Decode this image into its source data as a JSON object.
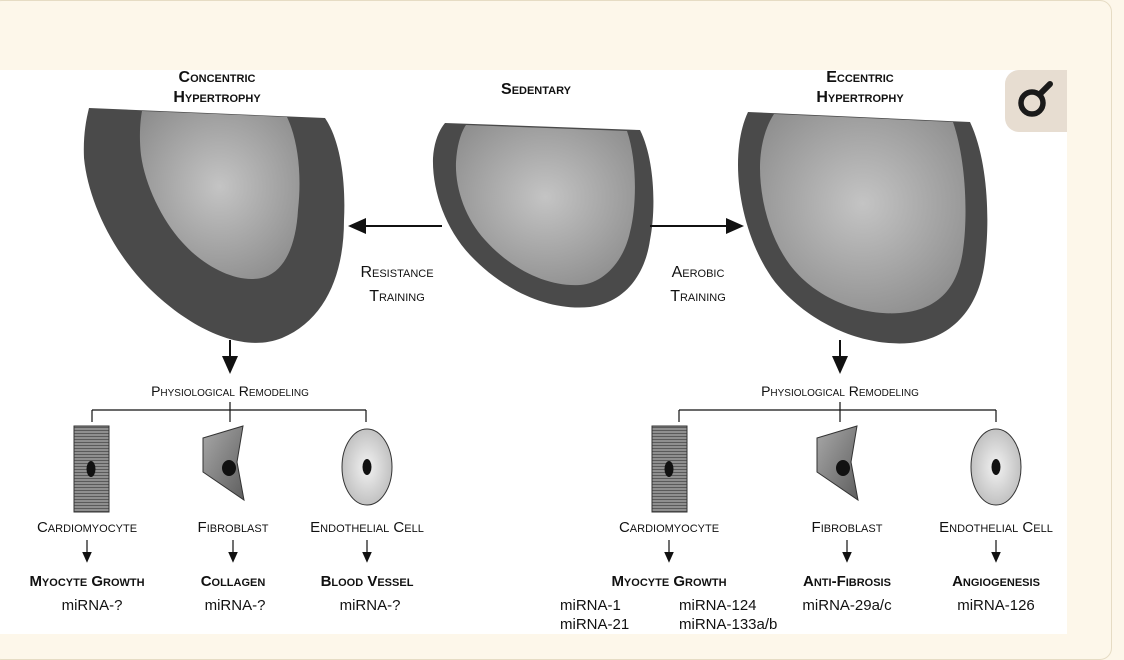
{
  "header": {
    "concentric_line1": "Concentric",
    "concentric_line2": "Hypertrophy",
    "sedentary": "Sedentary",
    "eccentric_line1": "Eccentric",
    "eccentric_line2": "Hypertrophy"
  },
  "arrows": {
    "resistance_line1": "Resistance",
    "resistance_line2": "Training",
    "aerobic_line1": "Aerobic",
    "aerobic_line2": "Training"
  },
  "left": {
    "remodeling": "Physiological Remodeling",
    "cells": [
      {
        "label": "Cardiomyocyte",
        "outcome": "Myocyte Growth",
        "mirna": [
          "miRNA-?"
        ]
      },
      {
        "label": "Fibroblast",
        "outcome": "Collagen",
        "mirna": [
          "miRNA-?"
        ]
      },
      {
        "label": "Endothelial Cell",
        "outcome": "Blood Vessel",
        "mirna": [
          "miRNA-?"
        ]
      }
    ]
  },
  "right": {
    "remodeling": "Physiological Remodeling",
    "cells": [
      {
        "label": "Cardiomyocyte",
        "outcome": "Myocyte Growth",
        "mirna": [
          "miRNA-1",
          "miRNA-21",
          "miRNA-124",
          "miRNA-133a/b"
        ]
      },
      {
        "label": "Fibroblast",
        "outcome": "Anti-Fibrosis",
        "mirna": [
          "miRNA-29a/c"
        ]
      },
      {
        "label": "Endothelial Cell",
        "outcome": "Angiogenesis",
        "mirna": [
          "miRNA-126"
        ]
      }
    ]
  },
  "colors": {
    "wall": "#4a4a4a",
    "chamber_center": "#bcbcbc",
    "chamber_edge": "#8e8e8e",
    "accent": "#fdf7ea"
  },
  "icons": {
    "zoom": "magnifier-icon"
  }
}
